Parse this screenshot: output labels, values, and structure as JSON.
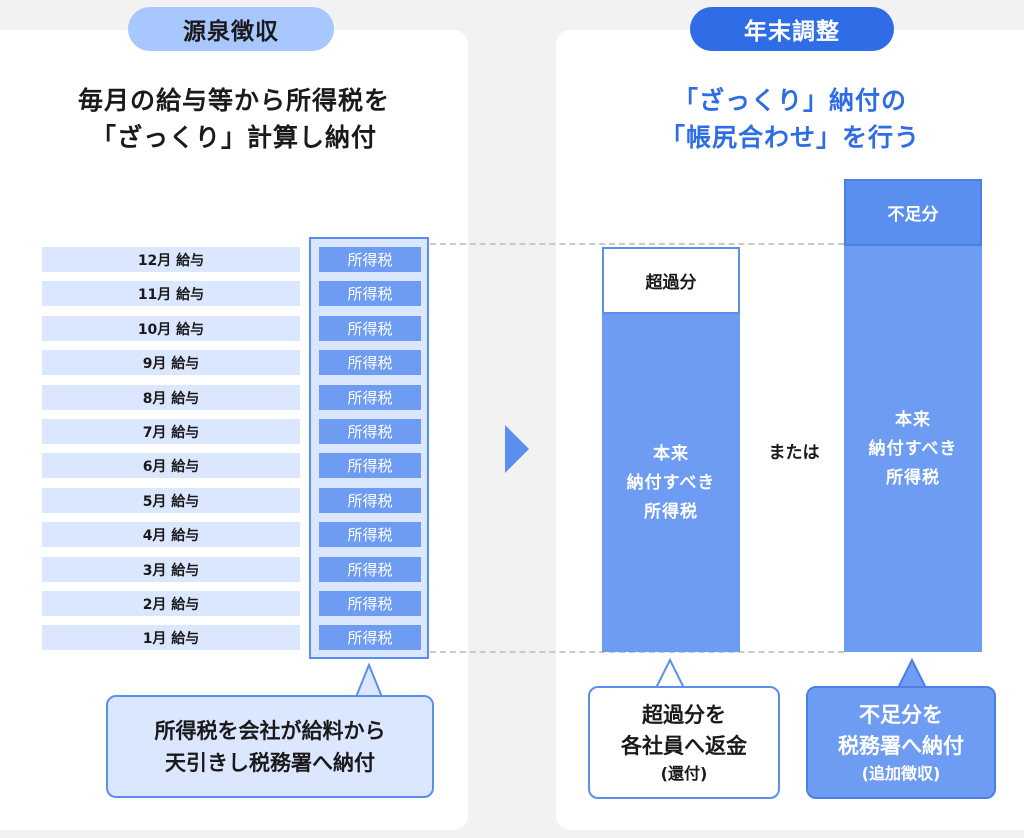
{
  "left": {
    "pill": "源泉徴収",
    "heading_line1": "毎月の給与等から所得税を",
    "heading_line2": "「ざっくり」計算し納付",
    "salary_rows": [
      "12月 給与",
      "11月 給与",
      "10月 給与",
      "9月 給与",
      "8月 給与",
      "7月 給与",
      "6月 給与",
      "5月 給与",
      "4月 給与",
      "3月 給与",
      "2月 給与",
      "1月 給与"
    ],
    "tax_label": "所得税",
    "callout_line1": "所得税を会社が給料から",
    "callout_line2": "天引きし税務署へ納付"
  },
  "right": {
    "pill": "年末調整",
    "heading_line1": "「ざっくり」納付の",
    "heading_line2": "「帳尻合わせ」を行う",
    "excess_label": "超過分",
    "shortage_label": "不足分",
    "bar_line1": "本来",
    "bar_line2": "納付すべき",
    "bar_line3": "所得税",
    "or_text": "または",
    "refund_line1": "超過分を",
    "refund_line2": "各社員へ返金",
    "refund_sub": "(還付)",
    "pay_line1": "不足分を",
    "pay_line2": "税務署へ納付",
    "pay_sub": "(追加徴収)"
  },
  "colors": {
    "primary": "#2f6de6",
    "bar": "#6d9cf2",
    "light": "#dbe7ff",
    "pill_light": "#a9c7ff"
  },
  "icons": {
    "flow_arrow": "triangle-right-icon"
  }
}
